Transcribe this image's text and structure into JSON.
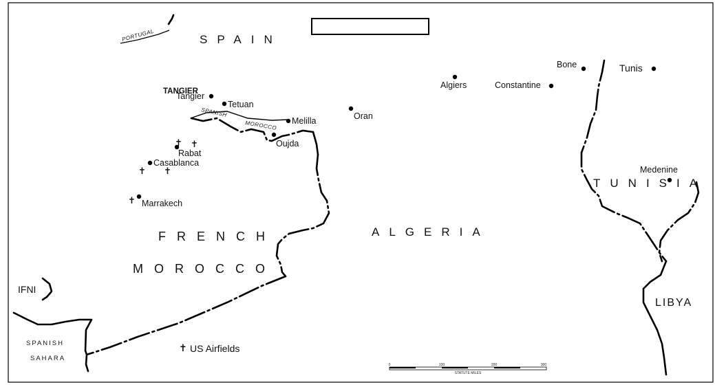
{
  "title_box": "",
  "countries": {
    "spain": "SPAIN",
    "portugal": "PORTUGAL",
    "tunisia": "TUNISIA",
    "algeria": "ALGERIA",
    "french": "FRENCH",
    "morocco": "MOROCCO",
    "libya": "LIBYA",
    "ifni": "IFNI",
    "spanish": "SPANISH",
    "sahara": "SAHARA",
    "tangier_zone": "TANGIER",
    "spanish_morocco_1": "SPANISH",
    "spanish_morocco_2": "MOROCCO"
  },
  "cities": [
    {
      "name": "Tangier"
    },
    {
      "name": "Tetuan"
    },
    {
      "name": "Melilla"
    },
    {
      "name": "Oujda"
    },
    {
      "name": "Oran"
    },
    {
      "name": "Algiers"
    },
    {
      "name": "Constantine"
    },
    {
      "name": "Bone"
    },
    {
      "name": "Tunis"
    },
    {
      "name": "Medenine"
    },
    {
      "name": "Rabat"
    },
    {
      "name": "Casablanca"
    },
    {
      "name": "Marrakech"
    }
  ],
  "legend": {
    "symbol": "✝",
    "label": "US Airfields"
  },
  "scale": {
    "ticks": [
      "0",
      "100",
      "200",
      "300"
    ],
    "caption": "STATUTE MILES"
  }
}
